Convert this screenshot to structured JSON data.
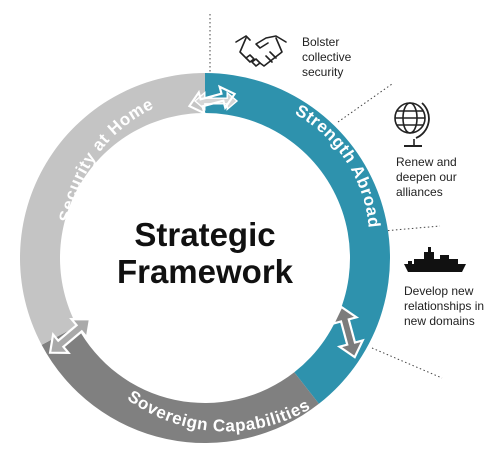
{
  "center": {
    "line1": "Strategic",
    "line2": "Framework"
  },
  "segments": [
    {
      "label": "Strength Abroad",
      "color": "#2e92ad"
    },
    {
      "label": "Sovereign Capabilities",
      "color": "#808080"
    },
    {
      "label": "Security at Home",
      "color": "#c4c4c4"
    }
  ],
  "outcomes": [
    {
      "icon": "handshake-icon",
      "lines": [
        "Bolster",
        "collective",
        "security"
      ]
    },
    {
      "icon": "globe-icon",
      "lines": [
        "Renew and",
        "deepen our",
        "alliances"
      ]
    },
    {
      "icon": "ship-icon",
      "lines": [
        "Develop new",
        "relationships in",
        "new domains"
      ]
    }
  ],
  "colors": {
    "arrow_fill": "#ffffff",
    "divider": "#444444"
  }
}
